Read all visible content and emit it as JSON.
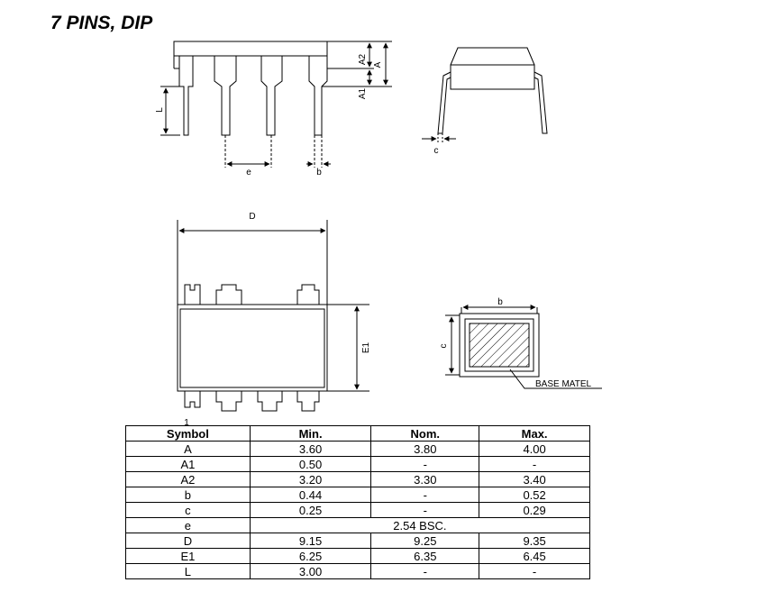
{
  "title": "7 PINS, DIP",
  "labels": {
    "A2": "A2",
    "A": "A",
    "A1": "A1",
    "L": "L",
    "e": "e",
    "b": "b",
    "c": "c",
    "D": "D",
    "E1": "E1",
    "pin1": "1",
    "b_detail": "b",
    "c_detail": "c",
    "base_material": "BASE MATEL"
  },
  "table": {
    "headers": [
      "Symbol",
      "Min.",
      "Nom.",
      "Max."
    ],
    "rows": [
      [
        "A",
        "3.60",
        "3.80",
        "4.00"
      ],
      [
        "A1",
        "0.50",
        "-",
        "-"
      ],
      [
        "A2",
        "3.20",
        "3.30",
        "3.40"
      ],
      [
        "b",
        "0.44",
        "-",
        "0.52"
      ],
      [
        "c",
        "0.25",
        "-",
        "0.29"
      ],
      [
        "e",
        "2.54 BSC."
      ],
      [
        "D",
        "9.15",
        "9.25",
        "9.35"
      ],
      [
        "E1",
        "6.25",
        "6.35",
        "6.45"
      ],
      [
        "L",
        "3.00",
        "-",
        "-"
      ]
    ]
  }
}
